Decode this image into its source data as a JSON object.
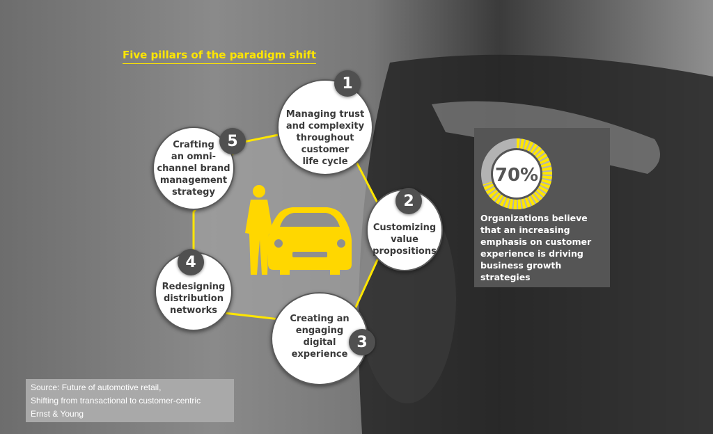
{
  "title": "Five pillars of the paradigm shift",
  "pillars": [
    {
      "number": "1",
      "label": "Managing trust\nand complexity\nthroughout\ncustomer\nlife cycle"
    },
    {
      "number": "2",
      "label": "Customizing\nvalue\npropositions"
    },
    {
      "number": "3",
      "label": "Creating an\nengaging\ndigital\nexperience"
    },
    {
      "number": "4",
      "label": "Redesigning\ndistribution\nnetworks"
    },
    {
      "number": "5",
      "label": "Crafting\nan omni-\nchannel brand\nmanagement\nstrategy"
    }
  ],
  "stat": {
    "value": "70%",
    "fraction": 0.7,
    "text": "Organizations believe that an increasing emphasis on customer experience is driving business growth strategies"
  },
  "source": {
    "line1": "Source:  Future of automotive retail,",
    "line2": "Shifting from transactional to customer-centric",
    "line3": "Ernst & Young"
  },
  "icons": {
    "center": "person-and-car-icon"
  },
  "colors": {
    "accent": "#ffe600",
    "badge": "#505050",
    "ring_remaining": "#b3b3b3",
    "panel": "#555555"
  }
}
